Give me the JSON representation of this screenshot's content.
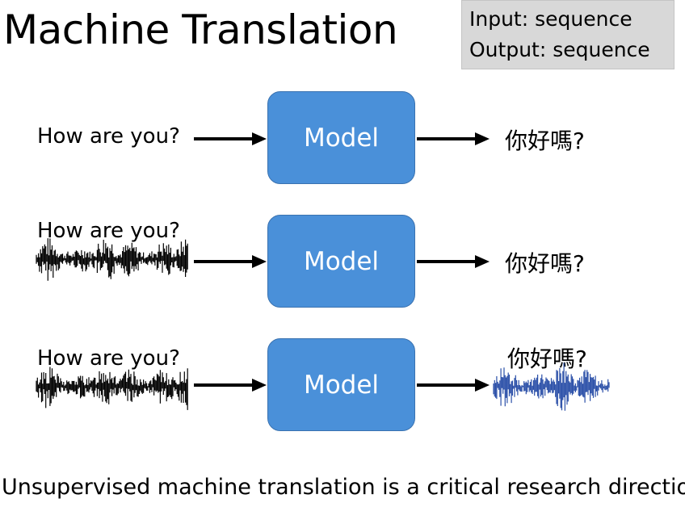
{
  "title": "Machine Translation",
  "io": {
    "input": "Input: sequence",
    "output": "Output: sequence"
  },
  "rows": [
    {
      "input_text": "How are you?",
      "model_label": "Model",
      "output_text": "你好嗎?"
    },
    {
      "input_text": "How are you?",
      "model_label": "Model",
      "output_text": "你好嗎?"
    },
    {
      "input_text": "How are you?",
      "model_label": "Model",
      "output_text": "你好嗎?"
    }
  ],
  "footer": "Unsupervised machine translation is a critical research direction.",
  "colors": {
    "model_fill": "#4a90d9",
    "model_text": "#ffffff",
    "input_wave": "#000000",
    "output_wave": "#2a4fa8",
    "io_box": "#d8d8d8"
  }
}
